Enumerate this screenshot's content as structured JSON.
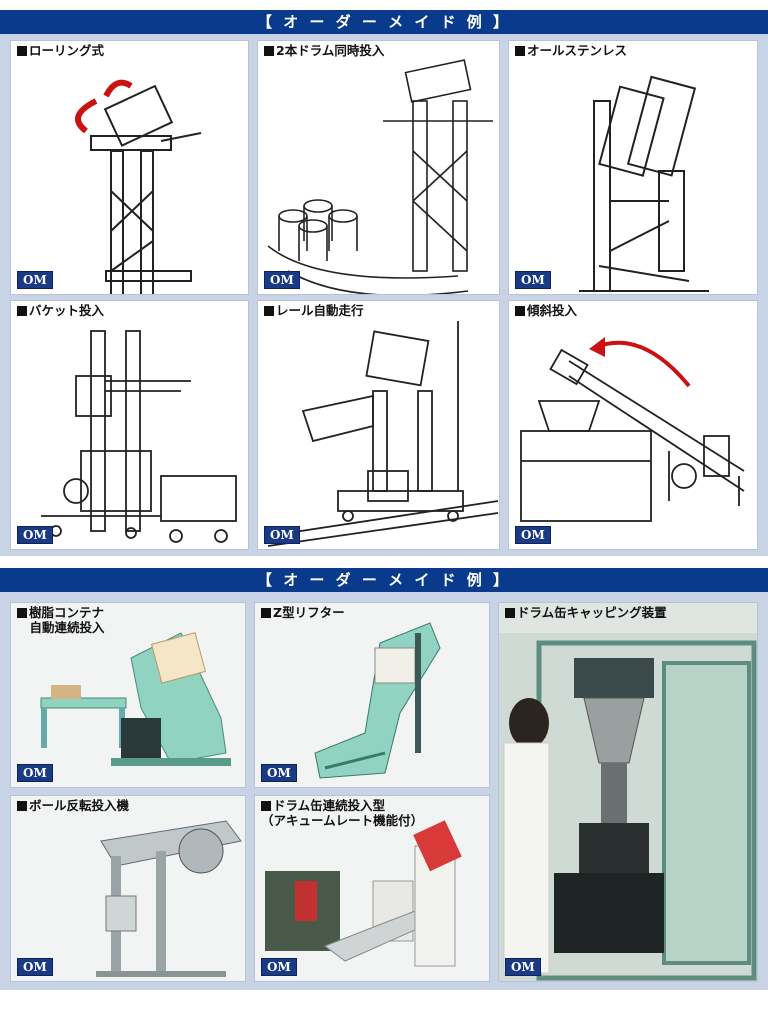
{
  "section1": {
    "header": "【 オ ー ダ ー メ イ ド 例 】"
  },
  "section2": {
    "header": "【 オ ー ダ ー メ イ ド 例 】"
  },
  "badge": "OM",
  "cards": [
    {
      "title": "ローリング式"
    },
    {
      "title": "2本ドラム同時投入"
    },
    {
      "title": "オールステンレス"
    },
    {
      "title": "バケット投入"
    },
    {
      "title": "レール自動走行"
    },
    {
      "title": "傾斜投入"
    },
    {
      "title": "樹脂コンテナ\n　自動連続投入"
    },
    {
      "title": "Z型リフター"
    },
    {
      "title": "ドラム缶キャッピング装置"
    },
    {
      "title": "ボール反転投入機"
    },
    {
      "title": "ドラム缶連続投入型\n（アキュームレート機能付）"
    }
  ],
  "colors": {
    "header_band": "#0a3a8c",
    "panel": "#c9d3e6",
    "badge": "#1b3a86",
    "machine_green": "#7ec8b4",
    "arrow_red": "#cc1111"
  }
}
